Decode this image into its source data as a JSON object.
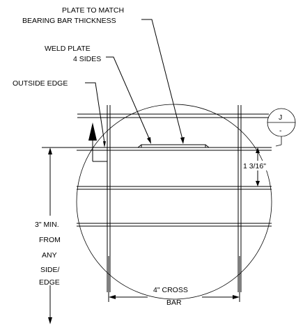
{
  "drawing": {
    "labels": {
      "plate_line1": "PLATE TO MATCH",
      "plate_line2": "BEARING BAR THICKNESS",
      "weld_line1": "WELD PLATE",
      "weld_line2": "4 SIDES",
      "outside_edge": "OUTSIDE EDGE",
      "dim_thickness": "1 3/16\"",
      "min_line1": "3\" MIN.",
      "min_line2": "FROM",
      "min_line3": "ANY",
      "min_line4": "SIDE/",
      "min_line5": "EDGE",
      "cross_line1": "4\" CROSS",
      "cross_line2": "BAR"
    },
    "callout": {
      "top": "J",
      "bottom": "-"
    }
  }
}
